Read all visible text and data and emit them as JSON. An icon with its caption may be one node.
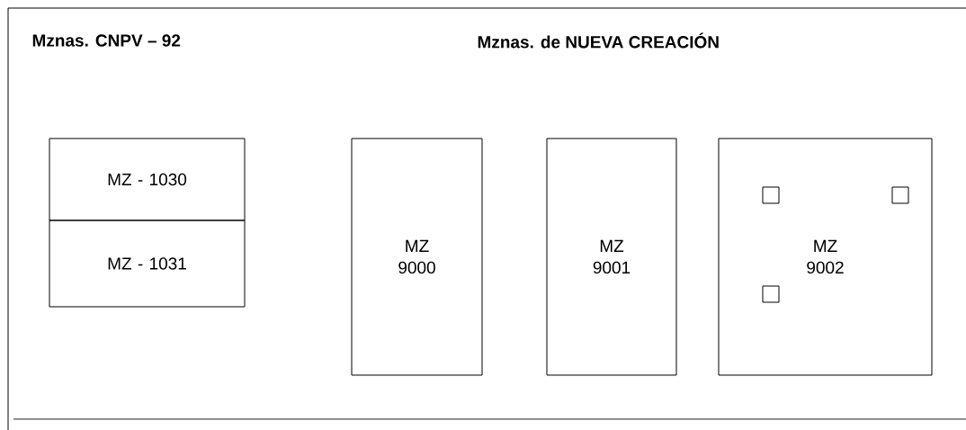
{
  "diagram": {
    "nodes": [
      {
        "text": [
          "MZ - 1030"
        ]
      },
      {
        "text": [
          "MZ - 1031"
        ]
      },
      {
        "text": [
          "MZ 9000"
        ]
      },
      {
        "text": [
          "MZ 9001"
        ]
      },
      {
        "text": [
          "MZ 9002"
        ]
      },
      {
        "text": [],
        "shape": "box",
        "in": 4
      },
      {
        "text": [],
        "shape": "box",
        "in": 4
      },
      {
        "text": [],
        "shape": "box",
        "in": 4
      }
    ],
    "edges": [],
    "labels": [
      "Mznas. CNPV – 92",
      "Mznas. de NUEVA CREACIÓN"
    ]
  }
}
